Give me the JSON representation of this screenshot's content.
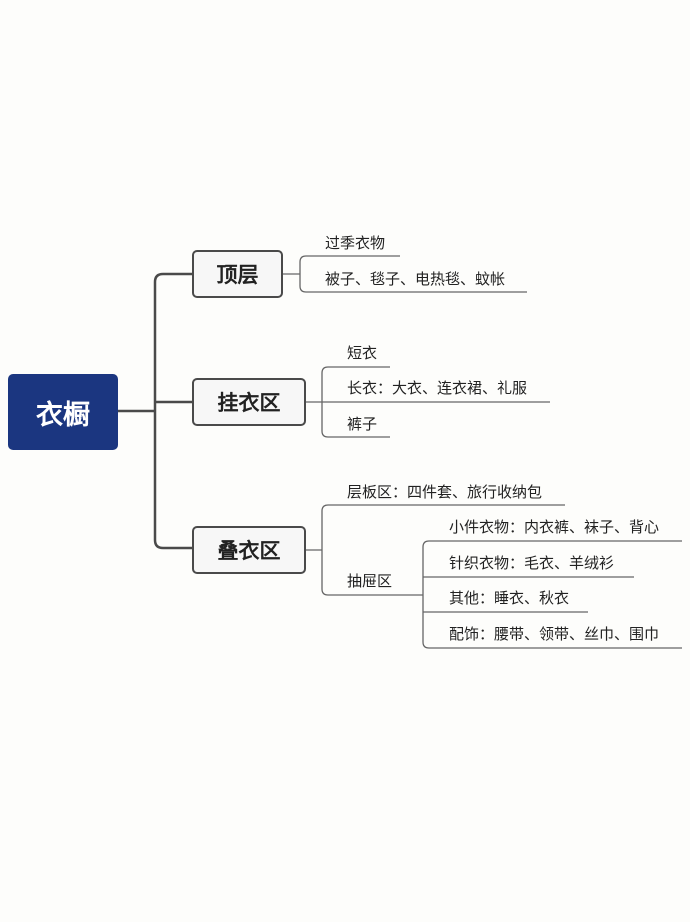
{
  "root": "衣橱",
  "branches": [
    {
      "label": "顶层",
      "children": [
        "过季衣物",
        "被子、毯子、电热毯、蚊帐"
      ]
    },
    {
      "label": "挂衣区",
      "children": [
        "短衣",
        "长衣：大衣、连衣裙、礼服",
        "裤子"
      ]
    },
    {
      "label": "叠衣区",
      "children": [
        "层板区：四件套、旅行收纳包",
        {
          "label": "抽屉区",
          "children": [
            "小件衣物：内衣裤、袜子、背心",
            "针织衣物：毛衣、羊绒衫",
            "其他：睡衣、秋衣",
            "配饰：腰带、领带、丝巾、围巾"
          ]
        }
      ]
    }
  ],
  "colors": {
    "root": "#1b3680",
    "lines": "#4a4a4a"
  }
}
